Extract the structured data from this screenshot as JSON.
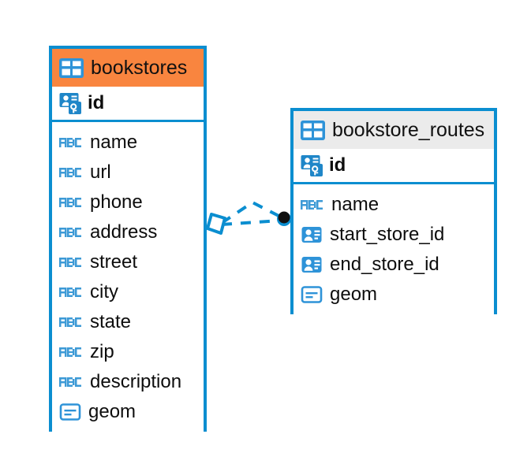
{
  "diagram": {
    "kind": "entity-relationship-diagram",
    "background_color": "#ffffff",
    "accent_color": "#0b8ed0",
    "highlight_color": "#f9853f",
    "header_plain_color": "#ebebeb",
    "text_color": "#0d0d0d"
  },
  "entities": [
    {
      "id": "bookstores",
      "name": "bookstores",
      "header_style": "accent",
      "table_icon": "table-icon",
      "primary_key": {
        "name": "id",
        "icon": "primary-key-icon"
      },
      "fields": [
        {
          "name": "name",
          "icon": "abc-text-icon"
        },
        {
          "name": "url",
          "icon": "abc-text-icon"
        },
        {
          "name": "phone",
          "icon": "abc-text-icon"
        },
        {
          "name": "address",
          "icon": "abc-text-icon"
        },
        {
          "name": "street",
          "icon": "abc-text-icon"
        },
        {
          "name": "city",
          "icon": "abc-text-icon"
        },
        {
          "name": "state",
          "icon": "abc-text-icon"
        },
        {
          "name": "zip",
          "icon": "abc-text-icon"
        },
        {
          "name": "description",
          "icon": "abc-text-icon"
        },
        {
          "name": "geom",
          "icon": "geometry-icon"
        }
      ]
    },
    {
      "id": "bookstore_routes",
      "name": "bookstore_routes",
      "header_style": "plain",
      "table_icon": "table-icon",
      "primary_key": {
        "name": "id",
        "icon": "primary-key-icon"
      },
      "fields": [
        {
          "name": "name",
          "icon": "abc-text-icon"
        },
        {
          "name": "start_store_id",
          "icon": "foreign-key-icon"
        },
        {
          "name": "end_store_id",
          "icon": "foreign-key-icon"
        },
        {
          "name": "geom",
          "icon": "geometry-icon"
        }
      ]
    }
  ],
  "relationship": {
    "from_entity": "bookstores",
    "to_entity": "bookstore_routes",
    "line_style": "dashed",
    "line_color": "#0b8ed0",
    "source_marker": "hollow-diamond",
    "target_marker": "filled-circle",
    "target_marker_color": "#111111"
  }
}
